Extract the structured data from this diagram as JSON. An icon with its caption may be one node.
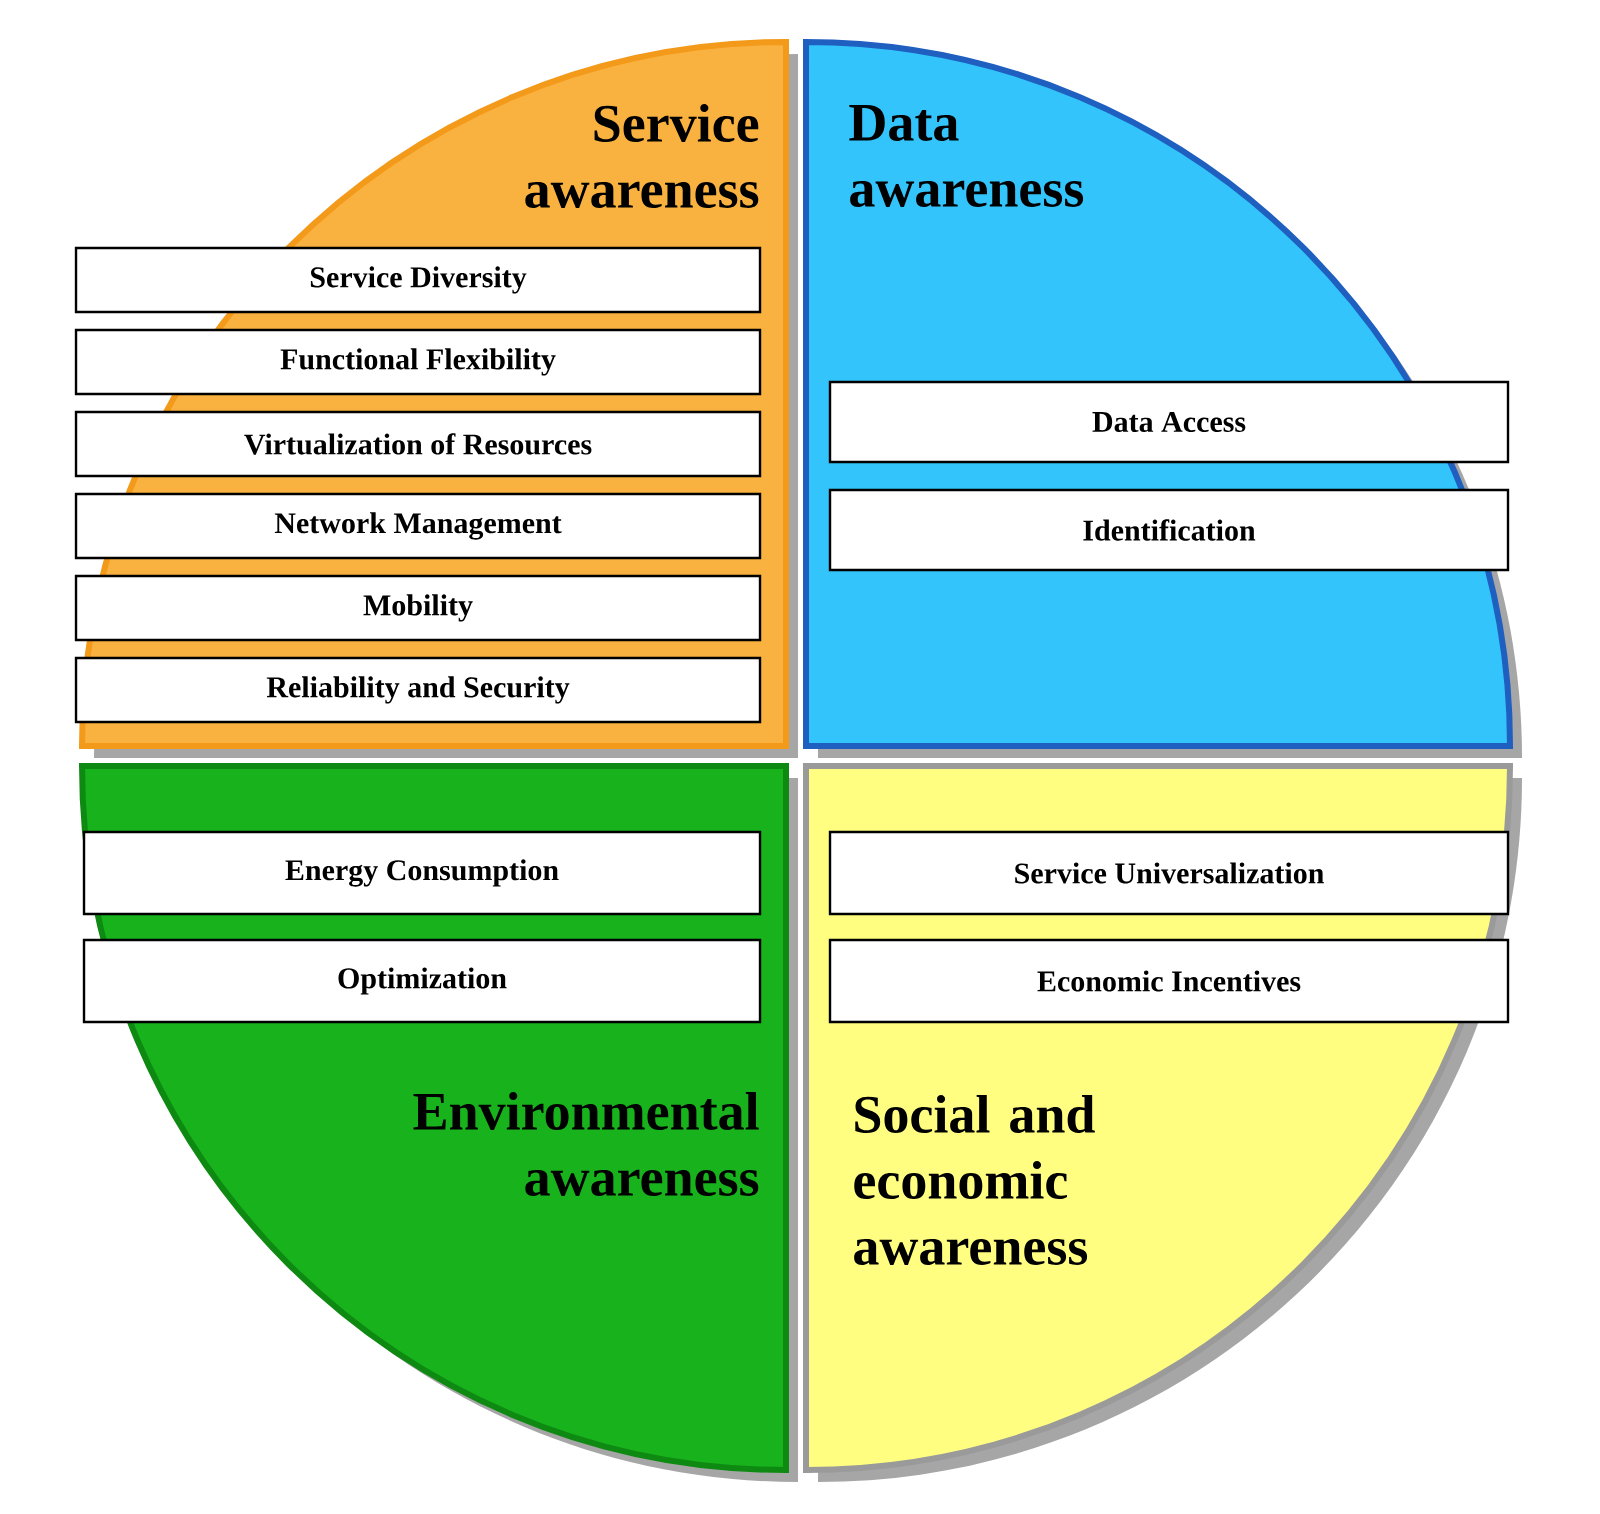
{
  "diagram": {
    "nodes": [
      {
        "text": [
          "Service awareness"
        ]
      },
      {
        "text": [
          "Service Diversity"
        ],
        "in": 0
      },
      {
        "text": [
          "Functional Flexibility"
        ],
        "in": 0
      },
      {
        "text": [
          "Virtualization of Resources"
        ],
        "in": 0
      },
      {
        "text": [
          "Network Management"
        ],
        "in": 0
      },
      {
        "text": [
          "Mobility"
        ],
        "in": 0
      },
      {
        "text": [
          "Reliability and Security"
        ],
        "in": 0
      },
      {
        "text": [
          "Data awareness"
        ]
      },
      {
        "text": [
          "Data Access"
        ],
        "in": 7
      },
      {
        "text": [
          "Identification"
        ],
        "in": 7
      },
      {
        "text": [
          "Environmental awareness"
        ]
      },
      {
        "text": [
          "Energy Consumption"
        ],
        "in": 10
      },
      {
        "text": [
          "Optimization"
        ],
        "in": 10
      },
      {
        "text": [
          "Social and economic awareness"
        ]
      },
      {
        "text": [
          "Service Universalization"
        ],
        "in": 13
      },
      {
        "text": [
          "Economic Incentives"
        ],
        "in": 13
      }
    ]
  }
}
